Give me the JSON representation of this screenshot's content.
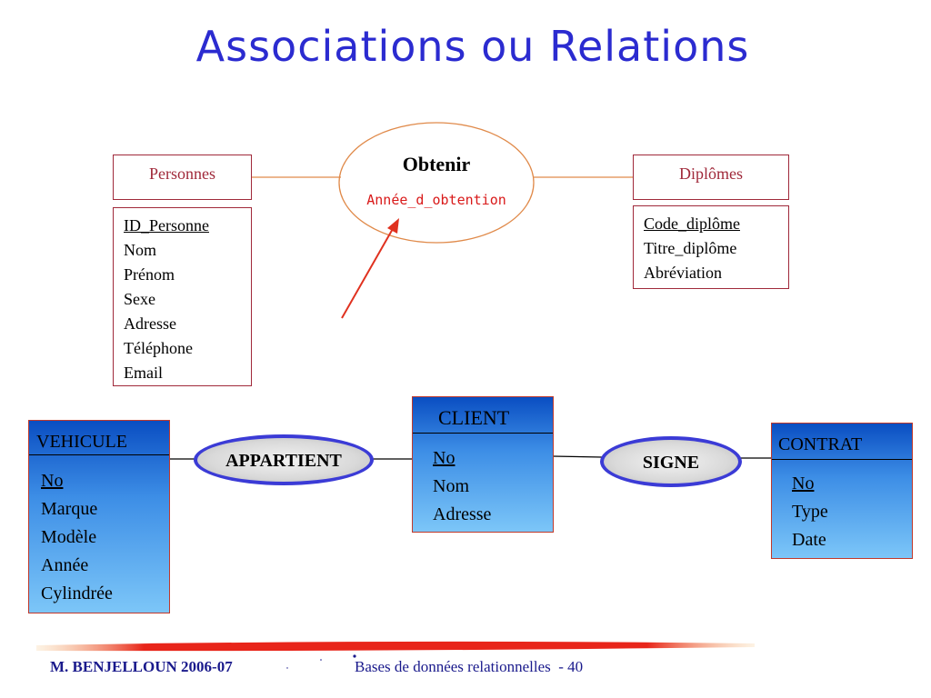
{
  "title": "Associations ou Relations",
  "top_diagram": {
    "entity_left": {
      "name": "Personnes",
      "attributes": [
        {
          "text": "ID_Personne",
          "key": true
        },
        {
          "text": "Nom",
          "key": false
        },
        {
          "text": "Prénom",
          "key": false
        },
        {
          "text": "Sexe",
          "key": false
        },
        {
          "text": "Adresse",
          "key": false
        },
        {
          "text": "Téléphone",
          "key": false
        },
        {
          "text": "Email",
          "key": false
        }
      ]
    },
    "relation": {
      "name": "Obtenir",
      "attribute": "Année_d_obtention"
    },
    "entity_right": {
      "name": "Diplômes",
      "attributes": [
        {
          "text": "Code_diplôme",
          "key": true
        },
        {
          "text": "Titre_diplôme",
          "key": false
        },
        {
          "text": "Abréviation",
          "key": false
        }
      ]
    }
  },
  "bottom_diagram": {
    "vehicule": {
      "name": "VEHICULE",
      "attributes": [
        "No",
        "Marque",
        "Modèle",
        "Année",
        "Cylindrée"
      ]
    },
    "relation_1": {
      "name": "APPARTIENT"
    },
    "client": {
      "name": "CLIENT",
      "attributes": [
        "No",
        "Nom",
        "Adresse"
      ]
    },
    "relation_2": {
      "name": "SIGNE"
    },
    "contrat": {
      "name": "CONTRAT",
      "attributes": [
        "No",
        "Type",
        "Date"
      ]
    }
  },
  "footer": {
    "author": "M. BENJELLOUN 2006-07",
    "course": "Bases de données relationnelles",
    "page": "- 40"
  },
  "colors": {
    "title": "#2b2bd0",
    "entity_border": "#a0293a",
    "relation_oval_border": "#e08a4a",
    "arrow": "#e0311f",
    "blue_entity_top": "#0a4ec2",
    "blue_entity_bottom": "#7cc6f8",
    "relation_border": "#3b3bd6",
    "footer_text": "#1a1a8c"
  }
}
